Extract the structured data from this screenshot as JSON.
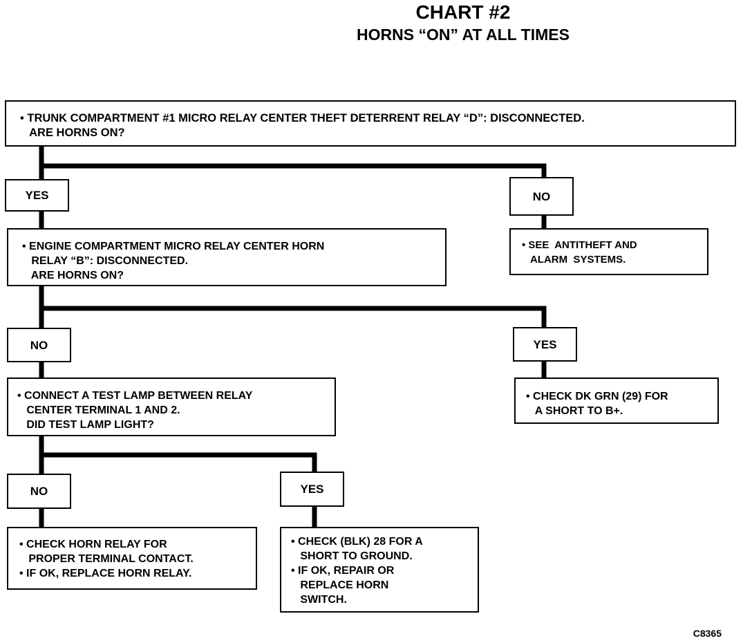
{
  "title": "CHART #2",
  "subtitle": "HORNS “ON” AT ALL TIMES",
  "nodes": {
    "step1": [
      "• TRUNK COMPARTMENT #1 MICRO RELAY CENTER THEFT DETERRENT RELAY “D”: DISCONNECTED.",
      "   ARE HORNS ON?"
    ],
    "ans1_yes": "YES",
    "ans1_no": "NO",
    "step2": [
      "• ENGINE COMPARTMENT MICRO RELAY CENTER HORN",
      "   RELAY “B”: DISCONNECTED.",
      "   ARE HORNS ON?"
    ],
    "result_no1": [
      "• SEE  ANTITHEFT AND",
      "   ALARM  SYSTEMS."
    ],
    "ans2_no": "NO",
    "ans2_yes": "YES",
    "step3": [
      "• CONNECT A TEST LAMP BETWEEN RELAY",
      "   CENTER TERMINAL 1 AND 2.",
      "   DID TEST LAMP LIGHT?"
    ],
    "result_yes2": [
      "• CHECK DK GRN (29) FOR",
      "   A SHORT TO B+."
    ],
    "ans3_no": "NO",
    "ans3_yes": "YES",
    "result_no3": [
      "• CHECK HORN RELAY FOR",
      "   PROPER TERMINAL CONTACT.",
      "• IF OK, REPLACE HORN RELAY."
    ],
    "result_yes3": [
      "• CHECK (BLK) 28 FOR A",
      "   SHORT TO GROUND.",
      "• IF OK, REPAIR OR",
      "   REPLACE HORN",
      "   SWITCH."
    ]
  },
  "figure_code": "C8365"
}
